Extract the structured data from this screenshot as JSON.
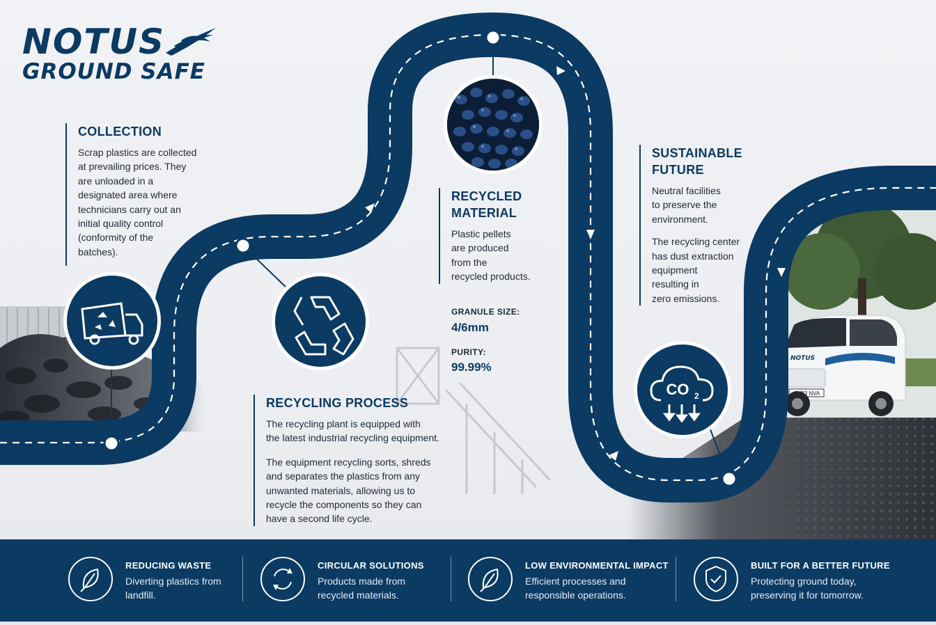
{
  "brand": {
    "line1": "NOTUS",
    "line2": "GROUND SAFE"
  },
  "colors": {
    "navy": "#0b3a63",
    "text": "#222b36",
    "background": "#eef0f3"
  },
  "steps": {
    "collection": {
      "title": "COLLECTION",
      "body": [
        "Scrap plastics are collected",
        "at prevailing prices. They",
        "are unloaded in a",
        "designated area where",
        "technicians carry out an",
        "initial quality control",
        "(conformity of the",
        "batches)."
      ]
    },
    "recycling_process": {
      "title": "RECYCLING PROCESS",
      "para1": [
        "The recycling plant is equipped with",
        "the latest industrial recycling equipment."
      ],
      "para2": [
        "The equipment recycling sorts, shreds",
        "and separates the plastics from any",
        "unwanted materials, allowing us to",
        "recycle the components so they can",
        "have a second life cycle."
      ]
    },
    "recycled_material": {
      "title_line1": "RECYCLED",
      "title_line2": "MATERIAL",
      "body": [
        "Plastic pellets",
        "are produced",
        "from the",
        "recycled products."
      ],
      "granule_label": "GRANULE SIZE:",
      "granule_value": "4/6mm",
      "purity_label": "PURITY:",
      "purity_value": "99.99%"
    },
    "sustainable_future": {
      "title_line1": "SUSTAINABLE",
      "title_line2": "FUTURE",
      "para1": [
        "Neutral facilities",
        "to preserve the",
        "environment."
      ],
      "para2": [
        "The recycling center",
        "has dust extraction",
        "equipment",
        "resulting in",
        "zero emissions."
      ]
    }
  },
  "icons": {
    "collection": "recycling-truck-icon",
    "process": "recycle-arrows-icon",
    "material": "plastic-pellets-image",
    "future": "co2-cloud-icon"
  },
  "co2_badge": {
    "label": "CO",
    "sub": "2"
  },
  "van": {
    "plate": "GX23 NVA",
    "livery": "NOTUS"
  },
  "footer": [
    {
      "title": "REDUCING WASTE",
      "desc": [
        "Diverting plastics from",
        "landfill."
      ],
      "icon": "leaf-icon"
    },
    {
      "title": "CIRCULAR SOLUTIONS",
      "desc": [
        "Products made from",
        "recycled materials."
      ],
      "icon": "circular-arrows-icon"
    },
    {
      "title": "LOW ENVIRONMENTAL IMPACT",
      "desc": [
        "Efficient processes and",
        "responsible operations."
      ],
      "icon": "leaf-icon"
    },
    {
      "title": "BUILT FOR A BETTER FUTURE",
      "desc": [
        "Protecting ground today,",
        "preserving it for tomorrow."
      ],
      "icon": "shield-check-icon"
    }
  ]
}
